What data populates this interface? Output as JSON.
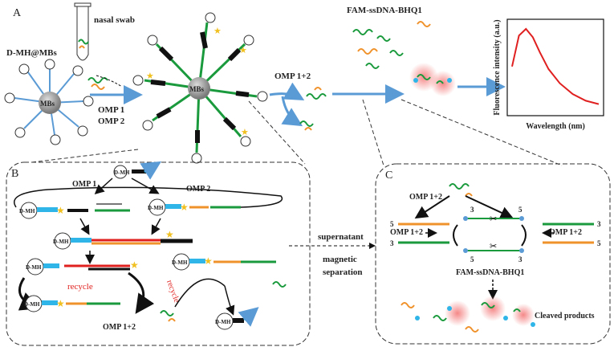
{
  "panels": {
    "a": "A",
    "b": "B",
    "c": "C"
  },
  "labels": {
    "nasal_swab": "nasal swab",
    "dmh_mbs": "D-MH@MBs",
    "mbs": "MBs",
    "omp1": "OMP 1",
    "omp2": "OMP 2",
    "omp12": "OMP 1+2",
    "fam_probe": "FAM-ssDNA-BHQ1",
    "supernatant": "supernatant",
    "magnetic": "magnetic",
    "separation": "separation",
    "recycle": "recycle",
    "cleaved": "Cleaved products",
    "dmh": "D-MH",
    "five": "5",
    "three": "3"
  },
  "chart_data": {
    "type": "line",
    "title": "",
    "xlabel": "Wavelength  (nm)",
    "ylabel": "Fluorescence intensity  (a.u.)",
    "grid": false,
    "series": [
      {
        "x": [
          0,
          0.08,
          0.16,
          0.24,
          0.32,
          0.42,
          0.55,
          0.7,
          0.85,
          1.0
        ],
        "y": [
          0.55,
          0.92,
          1.0,
          0.9,
          0.72,
          0.52,
          0.35,
          0.22,
          0.14,
          0.1
        ],
        "color": "#e02020"
      }
    ]
  },
  "colors": {
    "arrow_blue": "#5b9bd5",
    "green": "#1a9a3c",
    "orange": "#f0922b",
    "red": "#e0201e",
    "black": "#111111"
  }
}
